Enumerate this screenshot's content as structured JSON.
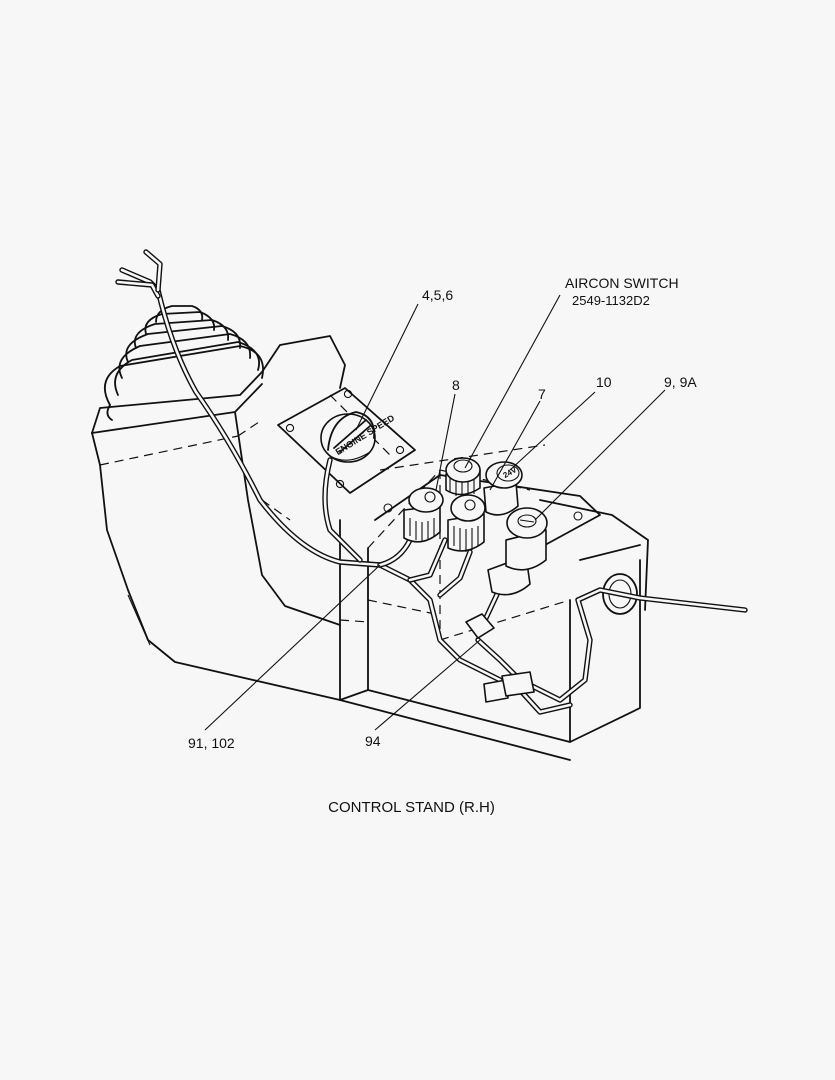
{
  "diagram": {
    "caption": "CONTROL STAND (R.H)",
    "knob_text": "ENGINE SPEED",
    "switch_text_24v": "24V",
    "labels": {
      "engine_speed_dial": "4,5,6",
      "aircon_switch": "AIRCON SWITCH",
      "aircon_part_number": "2549-1132D2",
      "switch_8": "8",
      "switch_7": "7",
      "switch_10": "10",
      "switch_9": "9, 9A",
      "harness": "91, 102",
      "connector": "94"
    }
  }
}
